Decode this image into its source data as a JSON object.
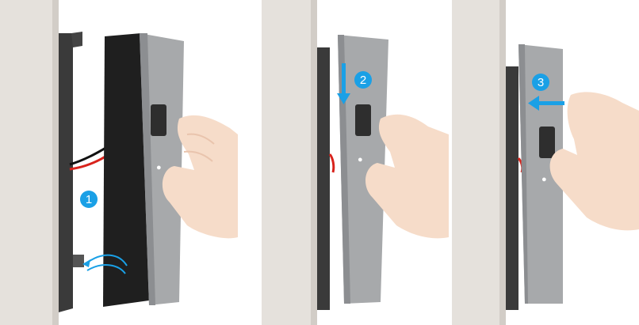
{
  "steps": [
    {
      "number": "1",
      "action": "tilt-and-hook-bottom"
    },
    {
      "number": "2",
      "action": "slide-down"
    },
    {
      "number": "3",
      "action": "push-in"
    }
  ],
  "colors": {
    "wall": "#e5e1dc",
    "wall_shadow": "#d2cdc7",
    "bracket": "#3a3a3a",
    "device_back": "#1f1f1f",
    "device_front": "#a7a9ab",
    "badge": "#1aa0e6",
    "arrow": "#1aa0e6",
    "skin": "#f6dcc9",
    "skin_shadow": "#e9c4ad",
    "wire_red": "#d8231c",
    "wire_black": "#111111"
  }
}
